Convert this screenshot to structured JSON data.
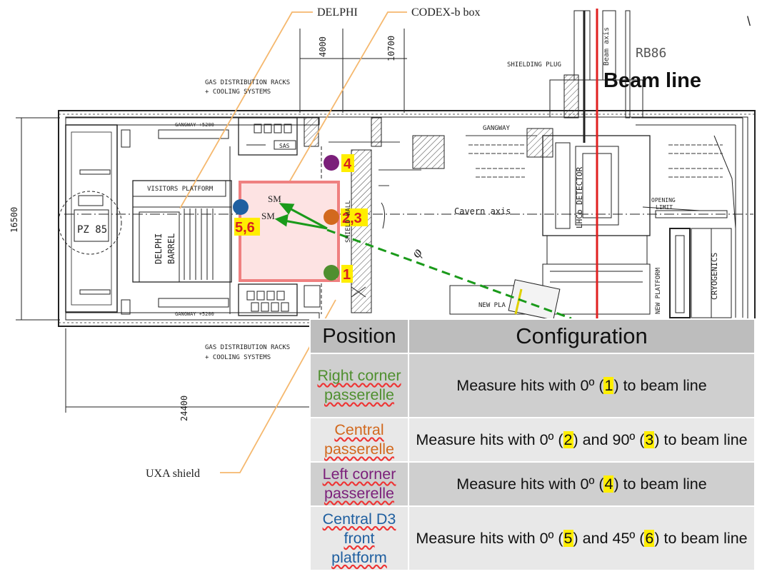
{
  "labels": {
    "delphi": "DELPHI",
    "codex_box": "CODEX-b box",
    "uxa_shield": "UXA shield",
    "beam_line": "Beam line",
    "beam_axis": "Beam axis",
    "rb86": "RB86",
    "shielding_plug": "SHIELDING PLUG",
    "gas_racks_top_1": "GAS DISTRIBUTION RACKS",
    "gas_racks_top_2": "+ COOLING SYSTEMS",
    "gas_racks_bottom_1": "GAS DISTRIBUTION RACKS",
    "gas_racks_bottom_2": "+ COOLING SYSTEMS",
    "gangway_top": "GANGWAY +5200",
    "gangway_bottom": "GANGWAY +5200",
    "gangway_right": "GANGWAY",
    "visitors_platform": "VISITORS PLATFORM",
    "pz85": "PZ 85",
    "delphi_barrel_1": "DELPHI",
    "delphi_barrel_2": "BARREL",
    "sas": "SAS",
    "shield_wall": "SHIELD WALL",
    "cavern_axis": "Cavern axis",
    "lhcb_detector": "LHCb DETECTOR",
    "opening_limit_1": "OPENING",
    "opening_limit_2": "LIMIT",
    "cryogenics": "CRYOGENICS",
    "new_platform_right": "NEW PLATFORM",
    "new_platform_bottom": "NEW PLA",
    "sm_upper": "SM",
    "sm_lower": "SM",
    "phi": "φ",
    "dim_4000": "4000",
    "dim_10700": "10700",
    "dim_16500": "16500",
    "dim_24400": "24400",
    "tick_mark": "\\"
  },
  "positions": [
    {
      "label": "4",
      "color": "#7b1f7a"
    },
    {
      "label": "2,3",
      "color": "#d2691e"
    },
    {
      "label": "1",
      "color": "#4f8f2f"
    },
    {
      "label": "5,6",
      "color": "#1f5fa0"
    }
  ],
  "colors": {
    "box_fill": "#fde3e3",
    "box_stroke": "#ef8080",
    "beam_red": "#e02020",
    "arrow_green": "#1a9a1a",
    "leader_orange": "#f5b86e",
    "badge_yellow": "#ffee00",
    "badge_text": "#d82020"
  },
  "table": {
    "headers": [
      "Position",
      "Configuration"
    ],
    "rows": [
      {
        "position": "Right corner passerelle",
        "color": "#4f8f2f",
        "pre": "Measure hits with 0º (",
        "h1": "1",
        "mid": "",
        "h2": "",
        "post": ") to beam line"
      },
      {
        "position": "Central passerelle",
        "color": "#d2691e",
        "pre": "Measure hits with 0º (",
        "h1": "2",
        "mid": ") and 90º (",
        "h2": "3",
        "post": ") to beam line"
      },
      {
        "position": "Left corner passerelle",
        "color": "#7b1f7a",
        "pre": "Measure hits with 0º (",
        "h1": "4",
        "mid": "",
        "h2": "",
        "post": ") to beam line"
      },
      {
        "position": "Central D3 front platform",
        "color": "#1f5fa0",
        "pre": "Measure hits with 0º (",
        "h1": "5",
        "mid": ") and 45º (",
        "h2": "6",
        "post": ") to beam line"
      }
    ]
  }
}
